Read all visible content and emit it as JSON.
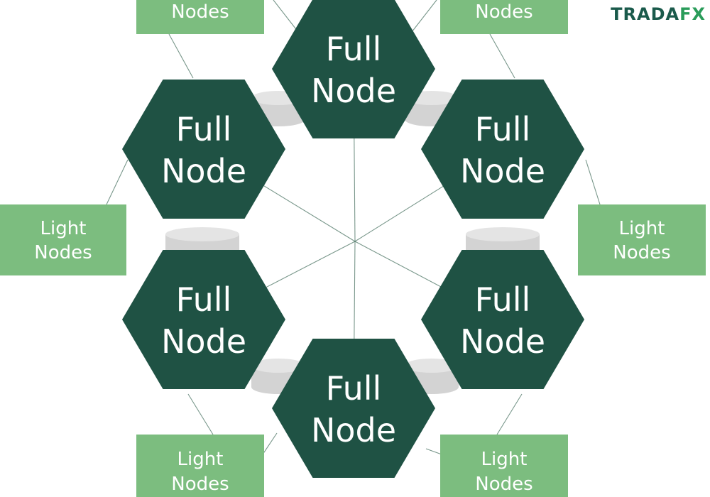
{
  "brand": {
    "word": "TRADA",
    "accent": "FX",
    "colors": {
      "word": "#1a5a4b",
      "accent": "#2a9c5a"
    }
  },
  "full_nodes": [
    {
      "line1": "Full",
      "line2": "Node"
    },
    {
      "line1": "Full",
      "line2": "Node"
    },
    {
      "line1": "Full",
      "line2": "Node"
    },
    {
      "line1": "Full",
      "line2": "Node"
    },
    {
      "line1": "Full",
      "line2": "Node"
    },
    {
      "line1": "Full",
      "line2": "Node"
    }
  ],
  "light_nodes": [
    {
      "line1": "",
      "line2": "Nodes"
    },
    {
      "line1": "",
      "line2": "Nodes"
    },
    {
      "line1": "Light",
      "line2": "Nodes"
    },
    {
      "line1": "Light",
      "line2": "Nodes"
    },
    {
      "line1": "Light",
      "line2": "Nodes"
    },
    {
      "line1": "Light",
      "line2": "Nodes"
    }
  ],
  "colors": {
    "full_node": "#1f5244",
    "light_node": "#7cbd7f",
    "storage": "#d3d3d3",
    "connector": "#3f6b59"
  }
}
